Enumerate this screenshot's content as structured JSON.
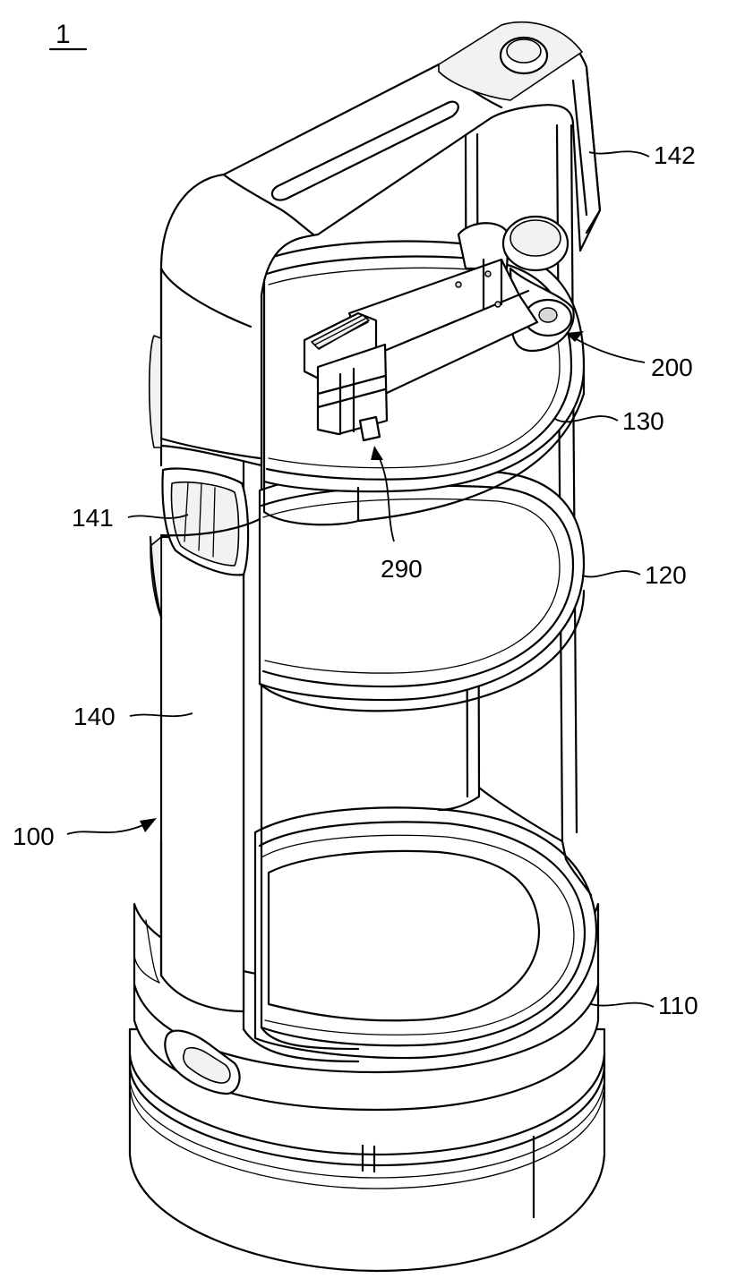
{
  "figure": {
    "figure_number": "1",
    "labels": {
      "robot": "100",
      "base": "110",
      "middle_tray": "120",
      "top_tray": "130",
      "frame": "140",
      "side_light": "141",
      "head_panel": "142",
      "arm_module": "200",
      "gripper": "290"
    }
  }
}
